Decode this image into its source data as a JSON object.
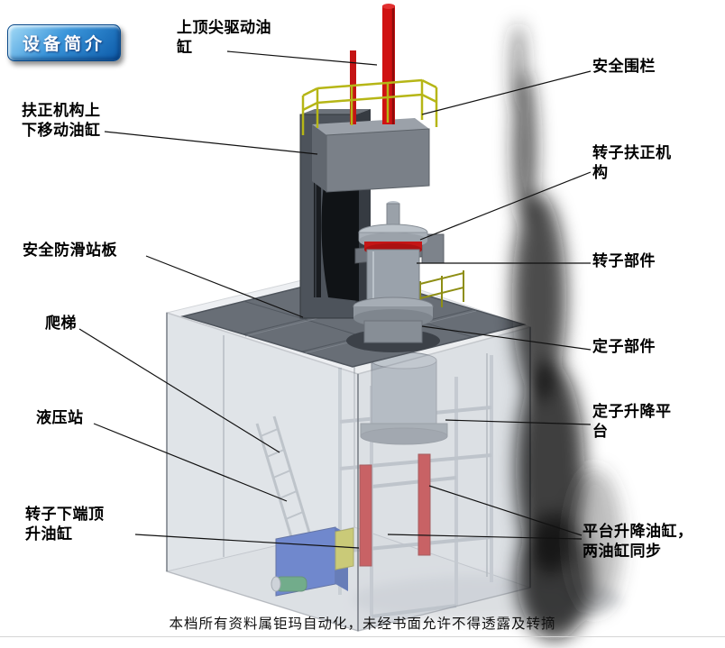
{
  "badge": {
    "label": "设备简介"
  },
  "labels": {
    "top_drive_cylinder": "上顶尖驱动油缸",
    "safety_fence": "安全围栏",
    "centering_move_cylinder": "扶正机构上下移动油缸",
    "rotor_centering_mechanism": "转子扶正机构",
    "antislip_platform": "安全防滑站板",
    "rotor_parts": "转子部件",
    "ladder": "爬梯",
    "stator_parts": "定子部件",
    "hydraulic_station": "液压站",
    "stator_lift_platform": "定子升降平台",
    "rotor_bottom_jack_cylinder": "转子下端顶升油缸",
    "platform_lift_cylinders": "平台升降油缸，两油缸同步"
  },
  "footer": "本档所有资料属钜玛自动化，未经书面允许不得透露及转摘",
  "colors": {
    "badge_blue": "#1f7fd0",
    "cylinder_red": "#d01212",
    "railing_yellow": "#b6b616",
    "hydraulic_blue": "#2a50c4",
    "platform_gray": "#686e76"
  }
}
